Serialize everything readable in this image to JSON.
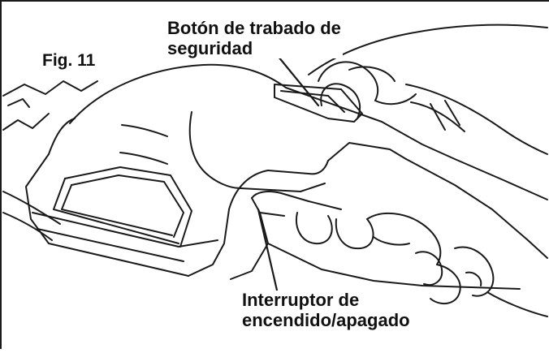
{
  "figure": {
    "number_label": "Fig. 11",
    "callouts": [
      {
        "id": "safety-lock-button",
        "lines": [
          "Botón de trabado de",
          "seguridad"
        ]
      },
      {
        "id": "on-off-switch",
        "lines": [
          "Interruptor de",
          "encendido/apagado"
        ]
      }
    ]
  },
  "colors": {
    "line": "#1a1a1a",
    "background": "#ffffff"
  }
}
